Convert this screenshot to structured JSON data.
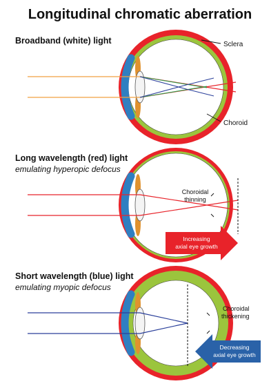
{
  "title": "Longitudinal chromatic aberration",
  "panels": [
    {
      "heading": "Broadband (white) light",
      "subheading": "",
      "labels": {
        "sclera": "Sclera",
        "choroid": "Choroid"
      }
    },
    {
      "heading": "Long wavelength (red) light",
      "subheading": "emulating hyperopic defocus",
      "label_choroid_1": "Choroidal",
      "label_choroid_2": "thinning",
      "arrow_line1": "Increasing",
      "arrow_line2": "axial eye growth"
    },
    {
      "heading": "Short wavelength (blue) light",
      "subheading": "emulating myopic defocus",
      "label_choroid_1": "Choroidal",
      "label_choroid_2": "thickening",
      "arrow_line1": "Decreasing",
      "arrow_line2": "axial eye growth"
    }
  ],
  "colors": {
    "sclera": "#e8232a",
    "choroid": "#9bc53d",
    "cornea": "#2f7fc1",
    "iris": "#e0922f",
    "ray_orange": "#f0a040",
    "ray_red": "#e8232a",
    "ray_blue": "#2a3f9a",
    "arrow_red": "#e8232a",
    "arrow_blue": "#2a62a8"
  }
}
